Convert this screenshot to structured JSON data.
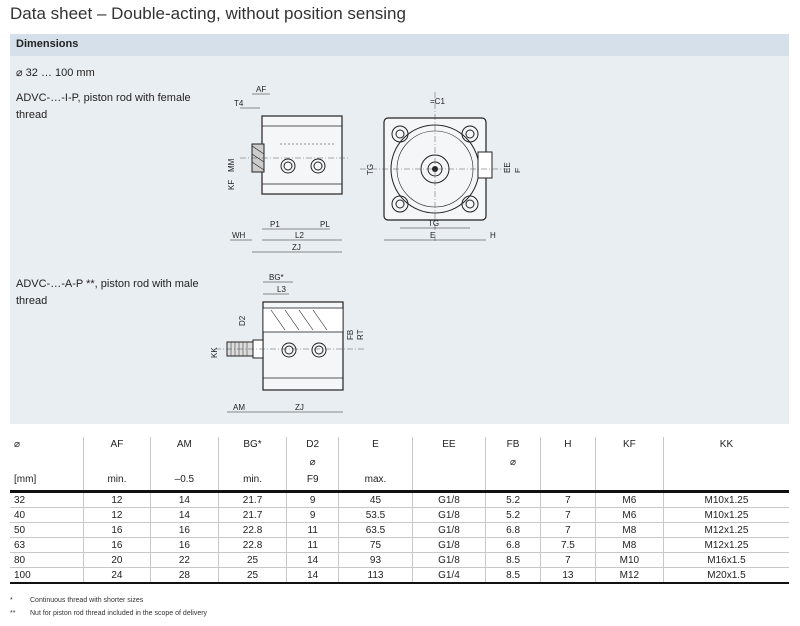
{
  "title": "Data sheet – Double-acting, without position sensing",
  "section": "Dimensions",
  "range": "⌀ 32 … 100 mm",
  "variant1": "ADVC-…-I-P, piston rod with female thread",
  "variant2": "ADVC-…-A-P **, piston rod with male thread",
  "labels": {
    "af": "AF",
    "t4": "T4",
    "mm": "MM",
    "kf": "KF",
    "p1": "P1",
    "pl": "PL",
    "l2": "L2",
    "wh": "WH",
    "zj": "ZJ",
    "c1": "=C1",
    "tg": "TG",
    "ee": "EE",
    "e": "E",
    "h": "H",
    "bg": "BG*",
    "l3": "L3",
    "d2": "D2",
    "fb": "FB",
    "rt": "RT",
    "kk": "KK",
    "am": "AM"
  },
  "table": {
    "headers": [
      [
        "⌀",
        "",
        "[mm]"
      ],
      [
        "AF",
        "",
        "min."
      ],
      [
        "AM",
        "",
        "–0.5"
      ],
      [
        "BG*",
        "",
        "min."
      ],
      [
        "D2",
        "⌀",
        "F9"
      ],
      [
        "E",
        "",
        "max."
      ],
      [
        "EE",
        "",
        ""
      ],
      [
        "FB",
        "⌀",
        ""
      ],
      [
        "H",
        "",
        ""
      ],
      [
        "KF",
        "",
        ""
      ],
      [
        "KK",
        "",
        ""
      ]
    ],
    "rows": [
      [
        "32",
        "12",
        "14",
        "21.7",
        "9",
        "45",
        "G1/8",
        "5.2",
        "7",
        "M6",
        "M10x1.25"
      ],
      [
        "40",
        "12",
        "14",
        "21.7",
        "9",
        "53.5",
        "G1/8",
        "5.2",
        "7",
        "M6",
        "M10x1.25"
      ],
      [
        "50",
        "16",
        "16",
        "22.8",
        "11",
        "63.5",
        "G1/8",
        "6.8",
        "7",
        "M8",
        "M12x1.25"
      ],
      [
        "63",
        "16",
        "16",
        "22.8",
        "11",
        "75",
        "G1/8",
        "6.8",
        "7.5",
        "M8",
        "M12x1.25"
      ],
      [
        "80",
        "20",
        "22",
        "25",
        "14",
        "93",
        "G1/8",
        "8.5",
        "7",
        "M10",
        "M16x1.5"
      ],
      [
        "100",
        "24",
        "28",
        "25",
        "14",
        "113",
        "G1/4",
        "8.5",
        "13",
        "M12",
        "M20x1.5"
      ]
    ]
  },
  "footnotes": [
    {
      "mark": "*",
      "text": "Continuous thread with shorter sizes"
    },
    {
      "mark": "**",
      "text": "Nut for piston rod thread included in the scope of delivery"
    }
  ]
}
